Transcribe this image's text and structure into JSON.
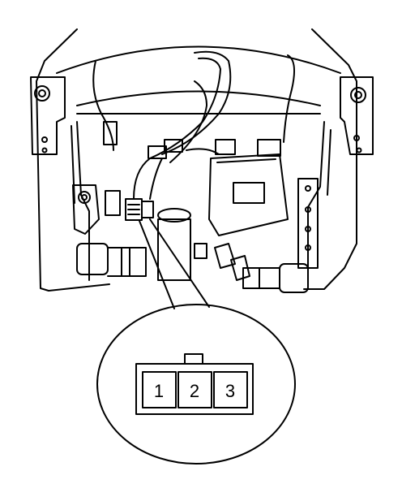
{
  "connector": {
    "pins": [
      {
        "label": "1"
      },
      {
        "label": "2"
      },
      {
        "label": "3"
      }
    ]
  }
}
